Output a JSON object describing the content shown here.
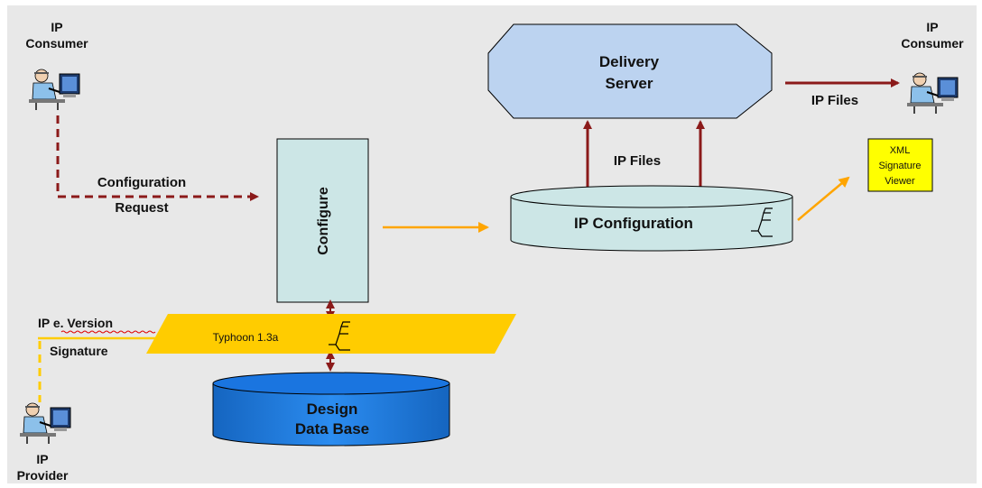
{
  "actors": {
    "consumer_left": {
      "line1": "IP",
      "line2": "Consumer"
    },
    "consumer_right": {
      "line1": "IP",
      "line2": "Consumer"
    },
    "provider": {
      "line1": "IP",
      "line2": "Provider"
    }
  },
  "nodes": {
    "delivery_server": {
      "line1": "Delivery",
      "line2": "Server"
    },
    "configure": {
      "label": "Configure"
    },
    "ip_configuration": {
      "label": "IP Configuration"
    },
    "typhoon": {
      "label": "Typhoon 1.3a"
    },
    "design_db": {
      "line1": "Design",
      "line2": "Data Base"
    },
    "xml_viewer": {
      "line1": "XML",
      "line2": "Signature",
      "line3": "Viewer"
    }
  },
  "edges": {
    "config_request": {
      "line1": "Configuration",
      "line2": "Request"
    },
    "ip_files_right": {
      "label": "IP Files"
    },
    "ip_files_up": {
      "label": "IP Files"
    },
    "ip_e_version": {
      "label": "IP e. Version"
    },
    "signature": {
      "label": "Signature"
    }
  },
  "colors": {
    "background": "#e8e8e8",
    "box_fill": "#cce6e6",
    "server_fill": "#bcd3f0",
    "db_fill": "#1a75e0",
    "typhoon_fill": "#ffcc00",
    "viewer_fill": "#ffff00",
    "arrow_red": "#8b1a1a",
    "arrow_orange": "#ffa500"
  }
}
